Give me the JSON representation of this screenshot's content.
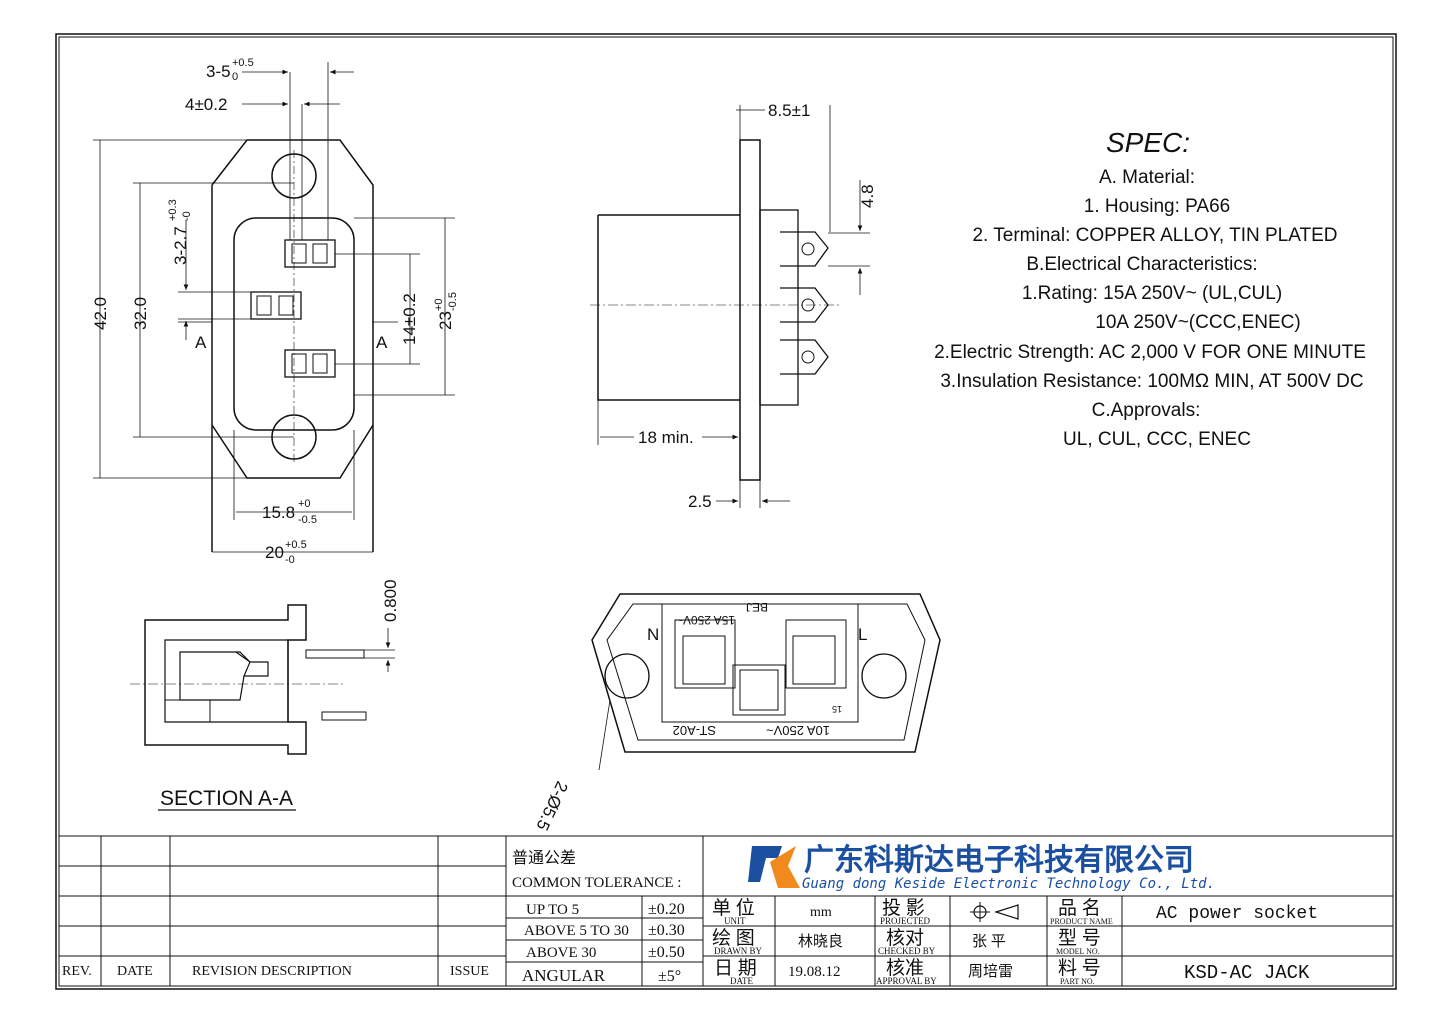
{
  "spec": {
    "heading": "SPEC:",
    "lines": [
      "A. Material:",
      "1.  Housing: PA66",
      "2.  Terminal: COPPER ALLOY, TIN PLATED",
      "B.Electrical Characteristics:",
      "1.Rating:  15A 250V~ (UL,CUL)",
      "10A 250V~(CCC,ENEC)",
      "2.Electric Strength: AC 2,000 V FOR ONE MINUTE",
      "3.Insulation Resistance: 100MΩ MIN, AT 500V DC",
      "C.Approvals:",
      "UL, CUL, CCC, ENEC"
    ]
  },
  "front_view": {
    "dim_pin_width": "3-5",
    "dim_pin_width_tol_top": "+0.5",
    "dim_pin_width_tol_bot": "0",
    "dim_pin_offset": "4±0.2",
    "dim_slot": "3-2.7",
    "dim_slot_tol_top": "+0.3",
    "dim_slot_tol_bot": "-0",
    "dim_height_total": "42.0",
    "dim_height_holes": "32.0",
    "dim_pin_pitch": "14±0.2",
    "dim_body_height": "23",
    "dim_body_height_tol_top": "+0",
    "dim_body_height_tol_bot": "-0.5",
    "dim_body_width": "15.8",
    "dim_body_width_tol_top": "+0",
    "dim_body_width_tol_bot": "-0.5",
    "dim_flange_width": "20",
    "dim_flange_width_tol_top": "+0.5",
    "dim_flange_width_tol_bot": "-0",
    "section_mark": "A"
  },
  "side_view": {
    "dim_depth": "8.5±1",
    "dim_terminal": "4.8",
    "dim_body_min": "18 min.",
    "dim_flange": "2.5"
  },
  "section_view": {
    "dim_pin": "0.800",
    "title": "SECTION A-A"
  },
  "rear_view": {
    "holes": "2-Ø5.5",
    "label_n": "N",
    "label_l": "L",
    "label_top": "BEJ",
    "rating_top": "15A 250V~",
    "rating_bottom": "10A 250V~",
    "model": "ST-A02",
    "approval_mark": "15"
  },
  "title_block": {
    "rev_headers": [
      "REV.",
      "DATE",
      "REVISION  DESCRIPTION",
      "ISSUE"
    ],
    "tolerance_cn": "普通公差",
    "tolerance_en": "COMMON TOLERANCE :",
    "tolerance_rows": [
      {
        "range": "UP TO 5",
        "value": "±0.20"
      },
      {
        "range": "ABOVE 5 TO 30",
        "value": "±0.30"
      },
      {
        "range": "ABOVE 30",
        "value": "±0.50"
      },
      {
        "range": "ANGULAR",
        "value": "±5°"
      }
    ],
    "company_cn": "广东科斯达电子科技有限公司",
    "company_en": "Guang dong Keside  Electronic Technology Co., Ltd.",
    "unit_cn": "单 位",
    "unit_en": "UNIT",
    "unit_value": "mm",
    "projected_cn": "投 影",
    "projected_en": "PROJECTED",
    "product_cn": "品 名",
    "product_en": "PRODUCT NAME",
    "product_value": "AC power socket",
    "drawn_cn": "绘 图",
    "drawn_en": "DRAWN BY",
    "drawn_value": "林晓良",
    "checked_cn": "核对",
    "checked_en": "CHECKED BY",
    "checked_value": "张 平",
    "model_cn": "型 号",
    "model_en": "MODEL NO.",
    "model_value": "",
    "date_cn": "日 期",
    "date_en": "DATE",
    "date_value": "19.08.12",
    "approval_cn": "核准",
    "approval_en": "APPROVAL BY",
    "approval_value": "周培雷",
    "part_cn": "料 号",
    "part_en": "PART NO.",
    "part_value": "KSD-AC JACK"
  },
  "colors": {
    "logo_blue": "#1b4fa0",
    "logo_orange": "#f08a1c",
    "line": "#111111"
  }
}
